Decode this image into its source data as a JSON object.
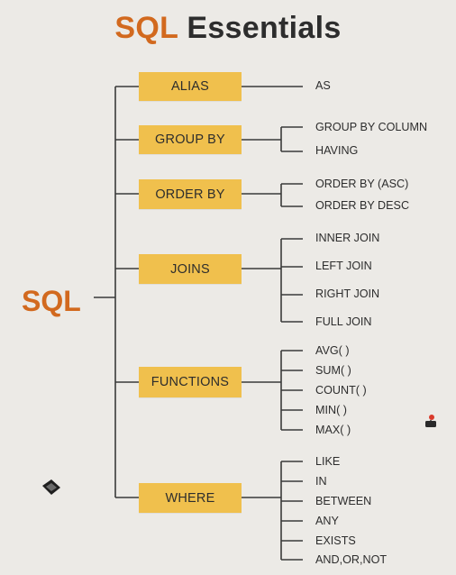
{
  "title": {
    "accent": "SQL",
    "rest": "Essentials"
  },
  "root": "SQL",
  "categories": [
    {
      "label": "ALIAS",
      "items": [
        "AS"
      ]
    },
    {
      "label": "GROUP BY",
      "items": [
        "GROUP BY COLUMN",
        "HAVING"
      ]
    },
    {
      "label": "ORDER BY",
      "items": [
        "ORDER BY (ASC)",
        "ORDER BY DESC"
      ]
    },
    {
      "label": "JOINS",
      "items": [
        "INNER JOIN",
        "LEFT JOIN",
        "RIGHT JOIN",
        "FULL JOIN"
      ]
    },
    {
      "label": "FUNCTIONS",
      "items": [
        "AVG( )",
        "SUM( )",
        "COUNT( )",
        "MIN( )",
        "MAX( )"
      ]
    },
    {
      "label": "WHERE",
      "items": [
        "LIKE",
        "IN",
        "BETWEEN",
        "ANY",
        "EXISTS",
        "AND,OR,NOT"
      ]
    }
  ],
  "colors": {
    "accent": "#d2691e",
    "box": "#f0c04d",
    "text": "#2d2d2d",
    "background": "#eceae6",
    "line": "#3a3a3a"
  }
}
